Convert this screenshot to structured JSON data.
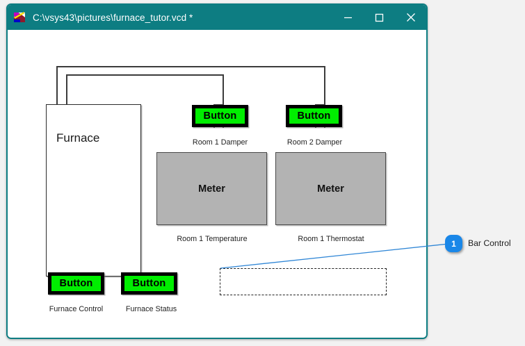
{
  "window": {
    "title": "C:\\vsys43\\pictures\\furnace_tutor.vcd *",
    "icon_name": "app-icon",
    "controls": {
      "minimize_label": "—",
      "maximize_label": "□",
      "close_label": "✕"
    },
    "titlebar_color": "#0d7d82",
    "border_color": "#0d7d82"
  },
  "diagram": {
    "furnace": {
      "label": "Furnace"
    },
    "buttons": [
      {
        "face": "Button",
        "caption": "Room 1 Damper"
      },
      {
        "face": "Button",
        "caption": "Room 2 Damper"
      },
      {
        "face": "Button",
        "caption": "Furnace Control"
      },
      {
        "face": "Button",
        "caption": "Furnace Status"
      }
    ],
    "meters": [
      {
        "face": "Meter",
        "caption": "Room 1 Temperature"
      },
      {
        "face": "Meter",
        "caption": "Room 1 Thermostat"
      }
    ],
    "bar_control": {
      "caption": ""
    },
    "colors": {
      "button_face": "#00ee00",
      "button_frame": "#000000",
      "meter_face": "#b3b3b3",
      "wire": "#3b3b3b"
    }
  },
  "annotation": {
    "number": "1",
    "label": "Bar Control",
    "accent": "#1a87e8"
  }
}
